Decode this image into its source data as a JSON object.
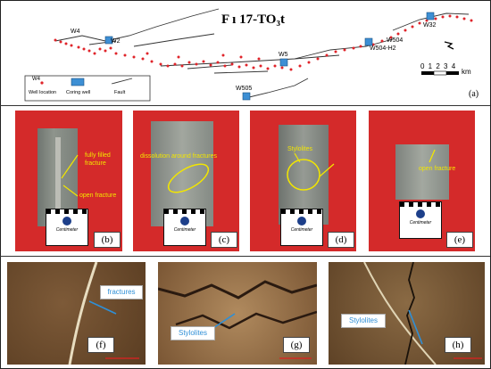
{
  "map": {
    "title": "F ı 17-TO₃t",
    "panel_label": "(a)",
    "wells": [
      "W4",
      "W2",
      "W5",
      "W504",
      "W504-H2",
      "W32",
      "W505"
    ],
    "legend": {
      "well": "Well location",
      "coring": "Coring well",
      "fault": "Fault",
      "well_example": "W4"
    },
    "scale_ticks": "0 1 2 3 4",
    "scale_unit": "km",
    "north": "N"
  },
  "cores": [
    {
      "label": "(b)",
      "ann1": "fully filled fracture",
      "ann2": "open fracture",
      "scale_text": "Centimeter"
    },
    {
      "label": "(c)",
      "ann1": "dissolution around fractures",
      "scale_text": "Centimeter"
    },
    {
      "label": "(d)",
      "ann1": "Stylolites",
      "scale_text": "Centimeter"
    },
    {
      "label": "(e)",
      "ann1": "open fracture",
      "scale_text": "Centimeter"
    }
  ],
  "thin_sections": [
    {
      "label": "(f)",
      "ann": "fractures"
    },
    {
      "label": "(g)",
      "ann": "Stylolites"
    },
    {
      "label": "(h)",
      "ann": "Stylolites"
    }
  ],
  "colors": {
    "red_bg": "#d42a2a",
    "annotation_yellow": "#f2e600",
    "annotation_blue": "#2f8fd6",
    "thin_bg": "#6a4a2c"
  }
}
